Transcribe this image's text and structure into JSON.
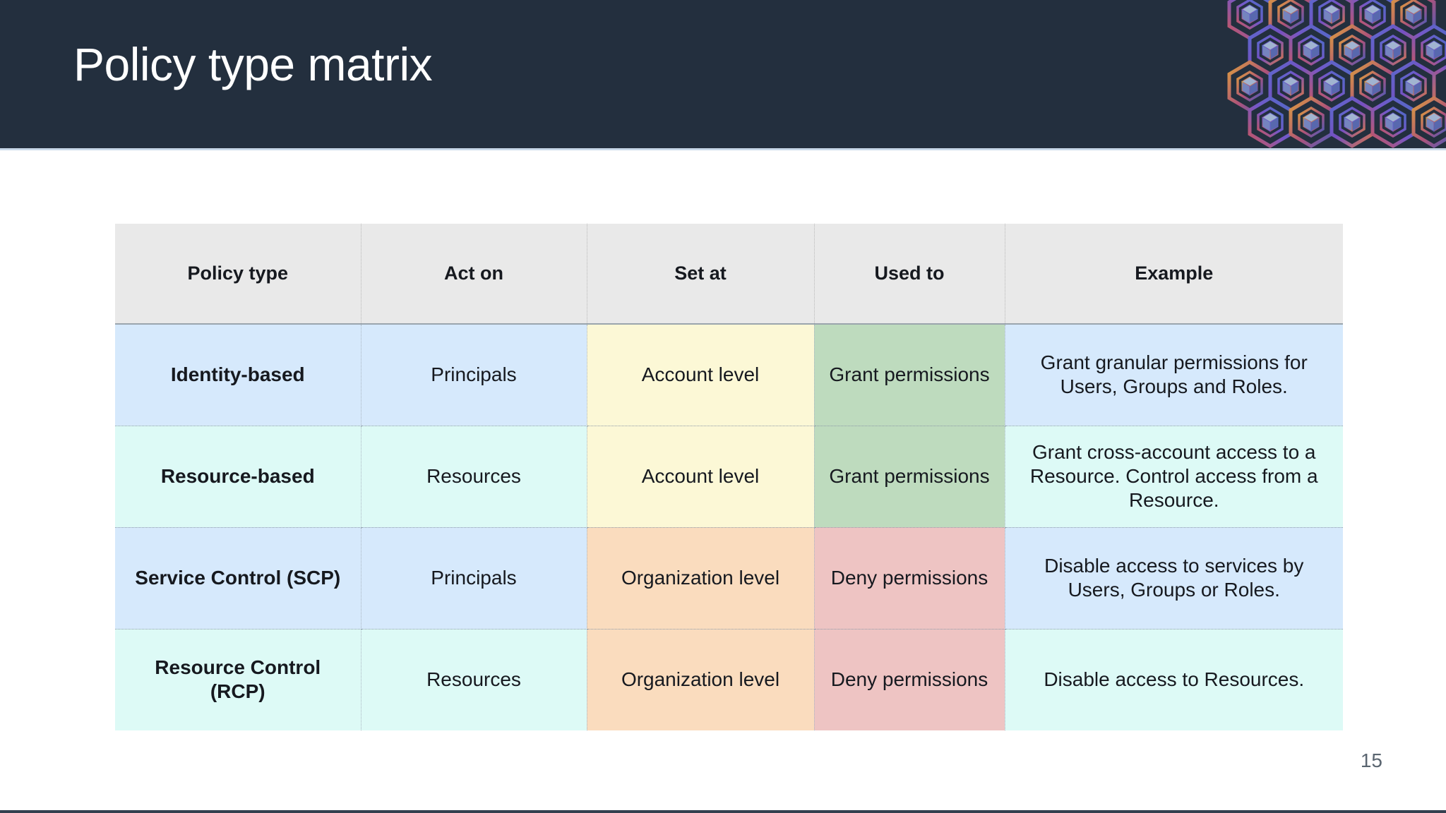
{
  "header": {
    "title": "Policy type matrix",
    "background_color": "#232f3e",
    "title_color": "#ffffff",
    "decoration": "hexagon-cube-pattern"
  },
  "table": {
    "columns": [
      "Policy type",
      "Act on",
      "Set at",
      "Used to",
      "Example"
    ],
    "header_background": "#e9e9e9",
    "rows": [
      {
        "policy_type": "Identity-based",
        "act_on": "Principals",
        "set_at": "Account level",
        "used_to": "Grant permissions",
        "example": "Grant granular permissions for Users, Groups and Roles.",
        "fills": {
          "policy_type": "#d6e9fc",
          "act_on": "#d6e9fc",
          "set_at": "#fcf8d6",
          "used_to": "#bedbbe",
          "example": "#d6e9fc"
        }
      },
      {
        "policy_type": "Resource-based",
        "act_on": "Resources",
        "set_at": "Account level",
        "used_to": "Grant permissions",
        "example": "Grant cross-account access to a Resource. Control access from a Resource.",
        "fills": {
          "policy_type": "#ddfaf6",
          "act_on": "#ddfaf6",
          "set_at": "#fcf8d6",
          "used_to": "#bedbbe",
          "example": "#ddfaf6"
        }
      },
      {
        "policy_type": "Service Control (SCP)",
        "act_on": "Principals",
        "set_at": "Organization level",
        "used_to": "Deny permissions",
        "example": "Disable access to services by Users, Groups or Roles.",
        "fills": {
          "policy_type": "#d6e9fc",
          "act_on": "#d6e9fc",
          "set_at": "#fadcbe",
          "used_to": "#eec4c3",
          "example": "#d6e9fc"
        }
      },
      {
        "policy_type": "Resource Control (RCP)",
        "act_on": "Resources",
        "set_at": "Organization level",
        "used_to": "Deny permissions",
        "example": "Disable access to Resources.",
        "fills": {
          "policy_type": "#ddfaf6",
          "act_on": "#ddfaf6",
          "set_at": "#fadcbe",
          "used_to": "#eec4c3",
          "example": "#ddfaf6"
        }
      }
    ]
  },
  "footer": {
    "page_number": "15"
  }
}
